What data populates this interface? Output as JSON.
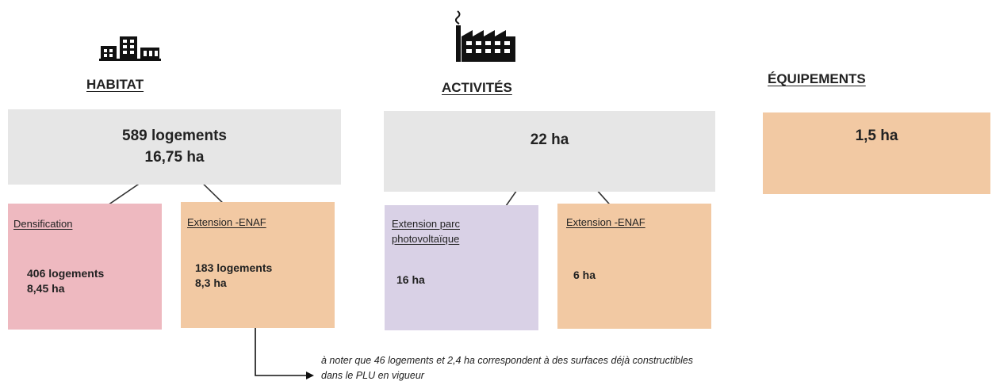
{
  "icons": {
    "habitat": "buildings-icon",
    "activites": "factory-icon"
  },
  "habitat": {
    "heading": "HABITAT",
    "main_line1": "589 logements",
    "main_line2": "16,75 ha",
    "densification": {
      "title": "Densification",
      "line1": "406 logements",
      "line2": "8,45 ha"
    },
    "extension": {
      "title": "Extension -ENAF",
      "line1": "183 logements",
      "line2": "8,3 ha"
    }
  },
  "activites": {
    "heading": "ACTIVITÉS",
    "main": "22 ha",
    "photovoltaique": {
      "title_line1": "Extension parc",
      "title_line2": "photovoltaïque",
      "value": "16 ha"
    },
    "extension": {
      "title": "Extension -ENAF",
      "value": "6 ha"
    }
  },
  "equipements": {
    "heading": "ÉQUIPEMENTS",
    "main": "1,5 ha"
  },
  "note": {
    "line1": "à noter que 46 logements et 2,4 ha correspondent à des surfaces déjà constructibles",
    "line2": "dans le PLU en vigueur"
  },
  "colors": {
    "grey": "#e6e6e6",
    "pink": "#eeb9c0",
    "orange": "#f2c9a3",
    "purple": "#d9d1e6"
  }
}
